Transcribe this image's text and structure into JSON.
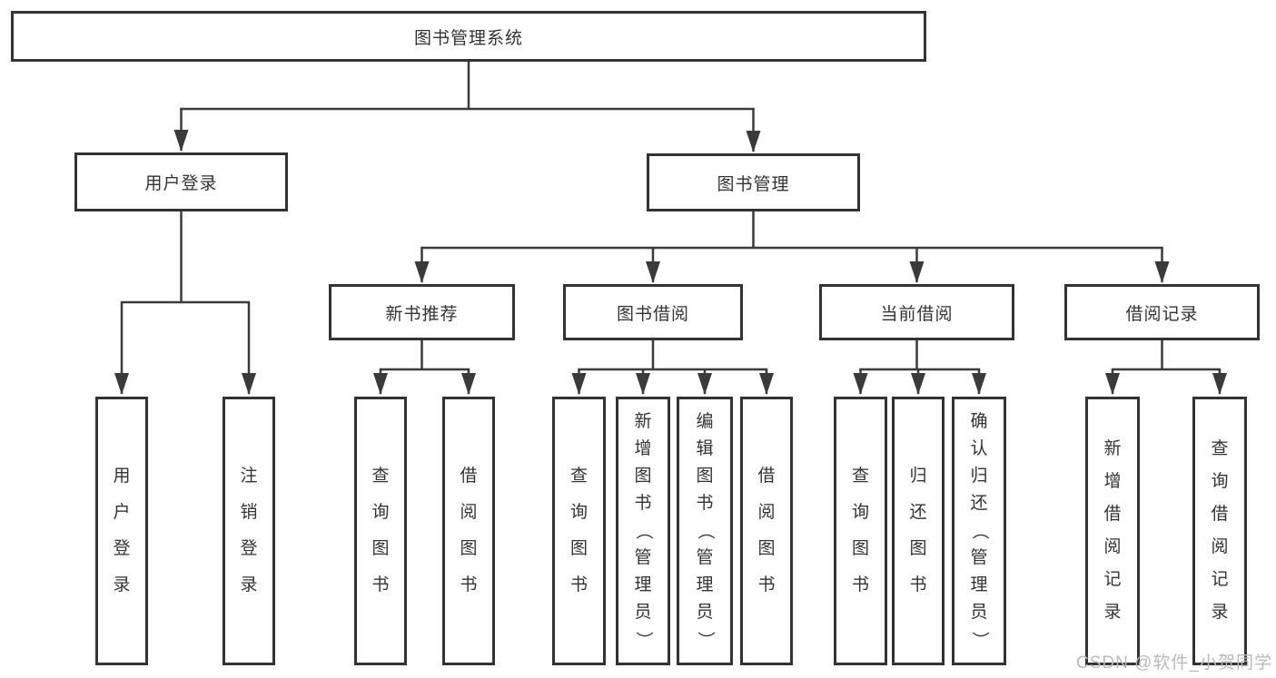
{
  "tree": {
    "label": "图书管理系统",
    "children": [
      {
        "label": "用户登录",
        "children": [
          {
            "label": "用户登录"
          },
          {
            "label": "注销登录"
          }
        ]
      },
      {
        "label": "图书管理",
        "children": [
          {
            "label": "新书推荐",
            "children": [
              {
                "label": "查询图书"
              },
              {
                "label": "借阅图书"
              }
            ]
          },
          {
            "label": "图书借阅",
            "children": [
              {
                "label": "查询图书"
              },
              {
                "label": "新增图书（管理员）"
              },
              {
                "label": "编辑图书（管理员）"
              },
              {
                "label": "借阅图书"
              }
            ]
          },
          {
            "label": "当前借阅",
            "children": [
              {
                "label": "查询图书"
              },
              {
                "label": "归还图书"
              },
              {
                "label": "确认归还（管理员）"
              }
            ]
          },
          {
            "label": "借阅记录",
            "children": [
              {
                "label": "新增借阅记录"
              },
              {
                "label": "查询借阅记录"
              }
            ]
          }
        ]
      }
    ]
  },
  "watermark": "CSDN @软件_小贺同学",
  "colors": {
    "line": "#3a3a3a",
    "box_border": "#333333",
    "text": "#333333",
    "watermark": "#b9b9b9",
    "background": "#ffffff"
  }
}
